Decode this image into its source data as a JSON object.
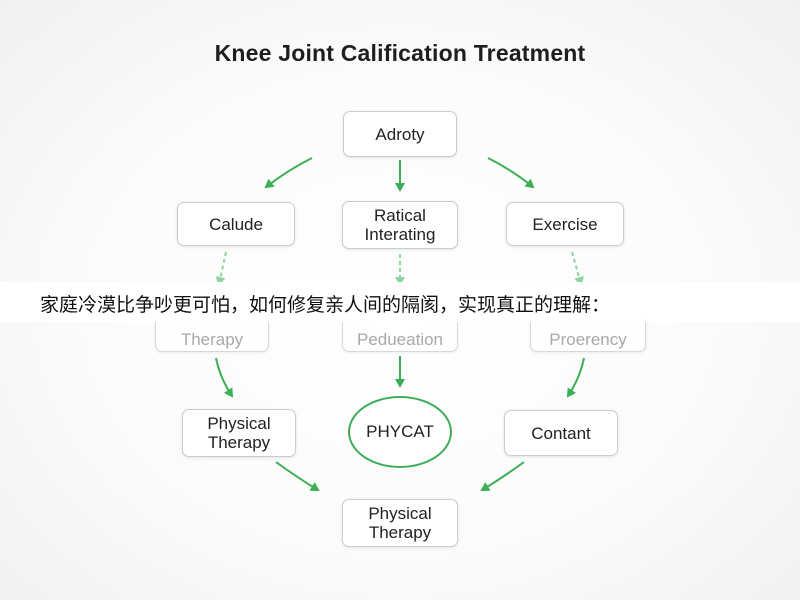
{
  "title": "Knee Joint Calification Treatment",
  "nodes": {
    "top": "Adroty",
    "row1_left": "Calude",
    "row1_center": "Ratical\nInterating",
    "row1_right": "Exercise",
    "row2_left": "Therapy",
    "row2_center": "Pedueation",
    "row2_right": "Proerency",
    "row3_left": "Physical\nTherapy",
    "row3_center": "PHYCAT",
    "row3_right": "Contant",
    "bottom": "Physical\nTherapy"
  },
  "overlay_caption": "家庭冷漠比争吵更可怕，如何修复亲人间的隔阂，实现真正的理解：",
  "colors": {
    "arrow": "#3cae56",
    "arrow_dashed": "#8fd3a0",
    "box_border": "#c9cdd2"
  }
}
